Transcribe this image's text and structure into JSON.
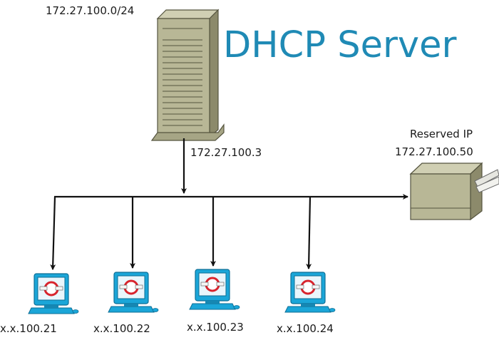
{
  "title": "DHCP Server",
  "subnet_label": "172.27.100.0/24",
  "server": {
    "ip": "172.27.100.3"
  },
  "printer": {
    "reserved_label": "Reserved IP",
    "ip": "172.27.100.50"
  },
  "clients": [
    {
      "ip": "x.x.100.21"
    },
    {
      "ip": "x.x.100.22"
    },
    {
      "ip": "x.x.100.23"
    },
    {
      "ip": "x.x.100.24"
    }
  ],
  "colors": {
    "title": "#1f8ab5",
    "device_tan": "#b8b796",
    "device_dark": "#7e7c5f",
    "monitor_blue": "#1ba6d8",
    "line": "#111111"
  }
}
